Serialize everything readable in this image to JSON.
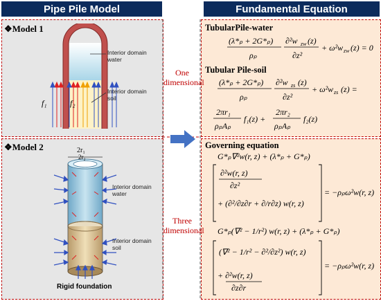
{
  "headers": {
    "left": "Pipe Pile Model",
    "right": "Fundamental Equation"
  },
  "model1": {
    "title": "❖Model 1",
    "water_label": "Interior domain water",
    "soil_label": "Interior domain soil",
    "f1": "f₁",
    "f2": "f₂"
  },
  "model2": {
    "title": "❖Model 2",
    "radius_outer": "2r₁",
    "radius_inner": "2r₂",
    "water_label": "Interior domain water",
    "soil_label": "Interior domain soil",
    "foundation": "Rigid foundation"
  },
  "middle": {
    "one_dim": "One dimensional",
    "three_dim": "Three dimensional"
  },
  "equations": {
    "tubular_water": "TubularPile-water",
    "tubular_soil": "Tubular Pile-soil",
    "governing": "Governing equation"
  },
  "colors": {
    "header_bg": "#0c2b5c",
    "eq_bg": "#fde9d6",
    "panel_bg": "#e6e6e6",
    "accent_red": "#c00000",
    "arrow_blue": "#4472c4"
  }
}
